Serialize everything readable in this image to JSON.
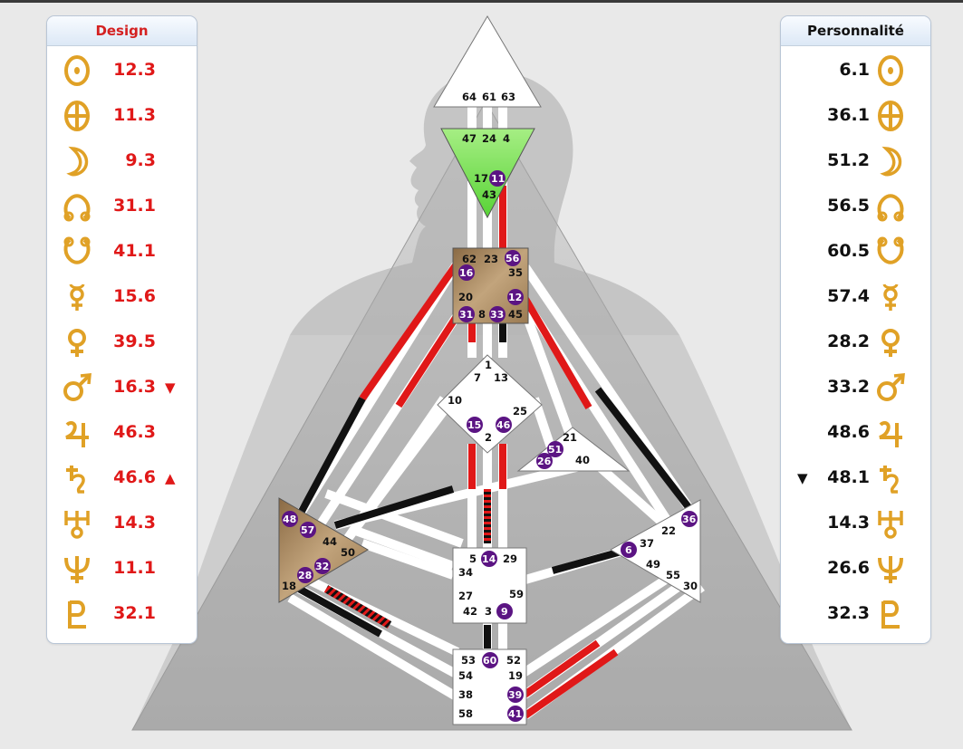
{
  "design": {
    "title": "Design",
    "rows": [
      {
        "icon": "sun-icon",
        "value": "12.3",
        "marker": ""
      },
      {
        "icon": "earth-icon",
        "value": "11.3",
        "marker": ""
      },
      {
        "icon": "moon-icon",
        "value": "9.3",
        "marker": ""
      },
      {
        "icon": "north-node-icon",
        "value": "31.1",
        "marker": ""
      },
      {
        "icon": "south-node-icon",
        "value": "41.1",
        "marker": ""
      },
      {
        "icon": "mercury-icon",
        "value": "15.6",
        "marker": ""
      },
      {
        "icon": "venus-icon",
        "value": "39.5",
        "marker": ""
      },
      {
        "icon": "mars-icon",
        "value": "16.3",
        "marker": "▼"
      },
      {
        "icon": "jupiter-icon",
        "value": "46.3",
        "marker": ""
      },
      {
        "icon": "saturn-icon",
        "value": "46.6",
        "marker": "▲"
      },
      {
        "icon": "uranus-icon",
        "value": "14.3",
        "marker": ""
      },
      {
        "icon": "neptune-icon",
        "value": "11.1",
        "marker": ""
      },
      {
        "icon": "pluto-icon",
        "value": "32.1",
        "marker": ""
      }
    ]
  },
  "personality": {
    "title": "Personnalité",
    "rows": [
      {
        "icon": "sun-icon",
        "value": "6.1",
        "marker": ""
      },
      {
        "icon": "earth-icon",
        "value": "36.1",
        "marker": ""
      },
      {
        "icon": "moon-icon",
        "value": "51.2",
        "marker": ""
      },
      {
        "icon": "north-node-icon",
        "value": "56.5",
        "marker": ""
      },
      {
        "icon": "south-node-icon",
        "value": "60.5",
        "marker": ""
      },
      {
        "icon": "mercury-icon",
        "value": "57.4",
        "marker": ""
      },
      {
        "icon": "venus-icon",
        "value": "28.2",
        "marker": ""
      },
      {
        "icon": "mars-icon",
        "value": "33.2",
        "marker": ""
      },
      {
        "icon": "jupiter-icon",
        "value": "48.6",
        "marker": ""
      },
      {
        "icon": "saturn-icon",
        "value": "48.1",
        "marker": "▼"
      },
      {
        "icon": "uranus-icon",
        "value": "14.3",
        "marker": ""
      },
      {
        "icon": "neptune-icon",
        "value": "26.6",
        "marker": ""
      },
      {
        "icon": "pluto-icon",
        "value": "32.3",
        "marker": ""
      }
    ]
  },
  "colors": {
    "design": "#e01818",
    "personality": "#111111",
    "defined_gate": "#5b1483",
    "head": "#7fe65a",
    "motor_center": "#a9865a",
    "glyph": "#e0a126"
  },
  "centers": {
    "head": {
      "gates": [
        "64",
        "61",
        "63"
      ]
    },
    "ajna": {
      "gates": [
        "47",
        "24",
        "4",
        "17",
        "11",
        "43"
      ]
    },
    "throat": {
      "gates": [
        "62",
        "23",
        "56",
        "16",
        "35",
        "20",
        "12",
        "31",
        "8",
        "33",
        "45"
      ]
    },
    "g": {
      "gates": [
        "1",
        "7",
        "13",
        "10",
        "25",
        "15",
        "46",
        "2"
      ]
    },
    "ego": {
      "gates": [
        "21",
        "51",
        "26",
        "40"
      ]
    },
    "spleen": {
      "gates": [
        "48",
        "57",
        "44",
        "50",
        "32",
        "28",
        "18"
      ]
    },
    "sacral": {
      "gates": [
        "5",
        "14",
        "29",
        "34",
        "27",
        "59",
        "42",
        "3",
        "9"
      ]
    },
    "solar_plexus": {
      "gates": [
        "36",
        "22",
        "37",
        "6",
        "49",
        "55",
        "30"
      ]
    },
    "root": {
      "gates": [
        "53",
        "60",
        "52",
        "54",
        "19",
        "38",
        "39",
        "58",
        "41"
      ]
    }
  },
  "defined_gates": [
    "11",
    "56",
    "16",
    "12",
    "31",
    "33",
    "15",
    "46",
    "51",
    "26",
    "48",
    "57",
    "32",
    "28",
    "14",
    "9",
    "36",
    "6",
    "60",
    "39",
    "41"
  ]
}
